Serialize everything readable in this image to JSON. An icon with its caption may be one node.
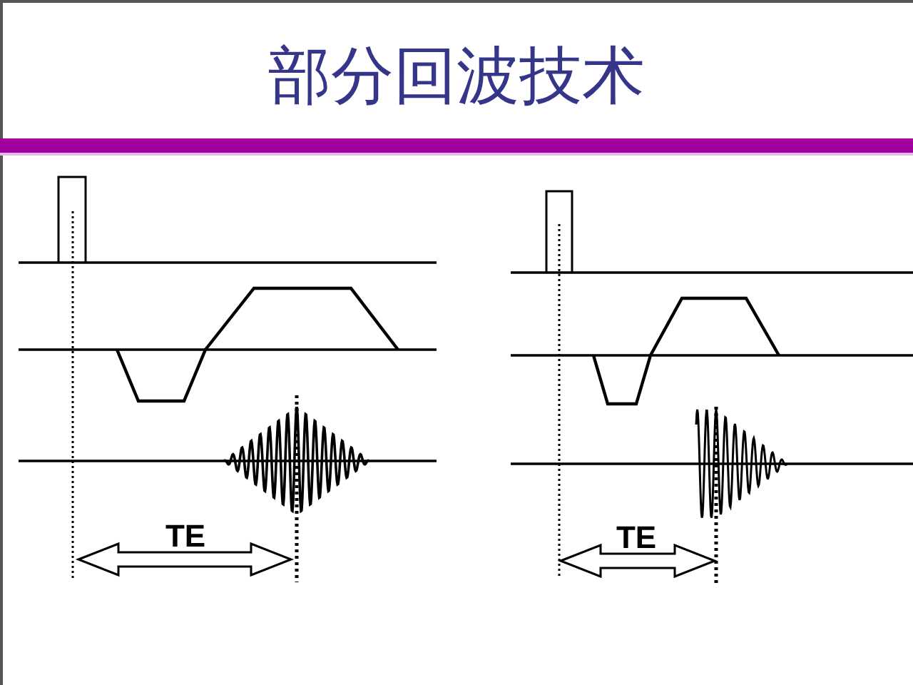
{
  "diagram": {
    "title": "部分回波技术",
    "labels": [
      "TE",
      "TE"
    ]
  }
}
